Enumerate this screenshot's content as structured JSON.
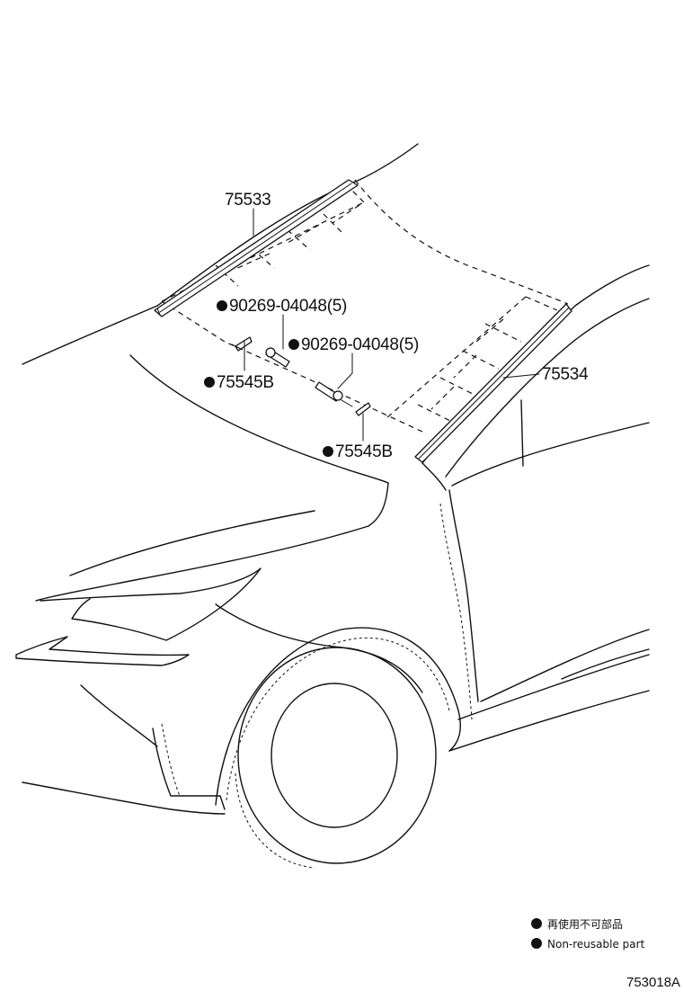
{
  "callouts": {
    "windshield_molding_upper": "75533",
    "clip_upper": "90269-04048(5)",
    "clip_lower": "90269-04048(5)",
    "retainer_left": "75545B",
    "retainer_right": "75545B",
    "windshield_molding_side": "75534"
  },
  "legend": {
    "japanese": "再使用不可部品",
    "english": "Non-reusable part"
  },
  "figure_id": "753018A"
}
